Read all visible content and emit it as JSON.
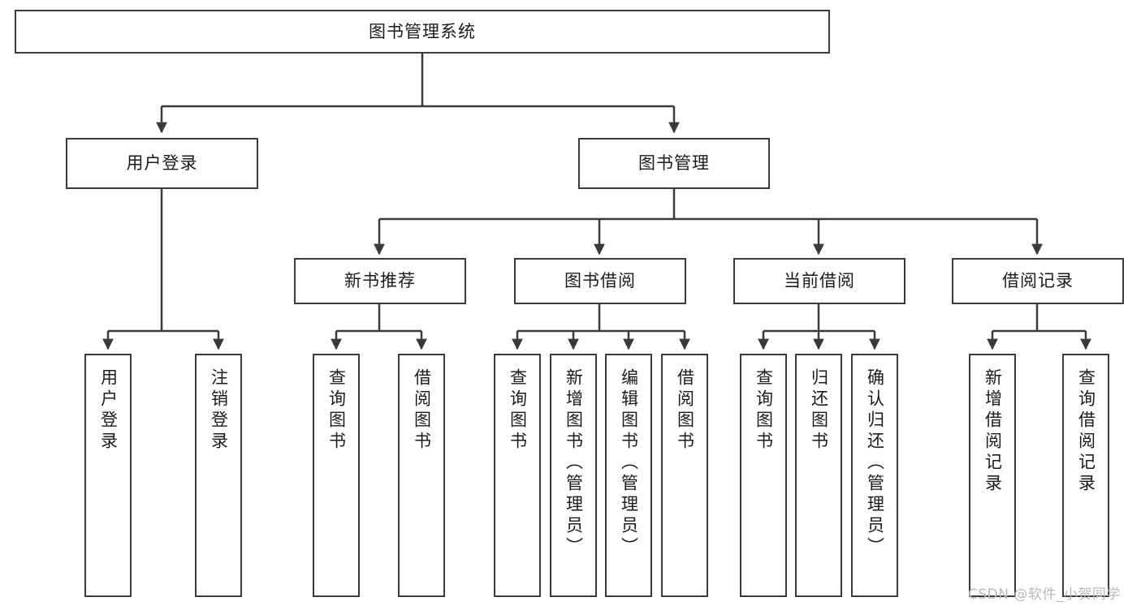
{
  "diagram": {
    "type": "tree-hierarchy",
    "title": "图书管理系统",
    "orientation": "top-down",
    "background_color": "#ffffff",
    "line_color": "#3a3a3a",
    "text_color": "#1b1b1b",
    "nodes": {
      "root": {
        "label": "图书管理系统"
      },
      "level2": [
        {
          "id": "user-login",
          "label": "用户登录"
        },
        {
          "id": "book-manage",
          "label": "图书管理"
        }
      ],
      "level3": [
        {
          "id": "new-book-recommend",
          "label": "新书推荐"
        },
        {
          "id": "book-borrow",
          "label": "图书借阅"
        },
        {
          "id": "current-borrow",
          "label": "当前借阅"
        },
        {
          "id": "borrow-record",
          "label": "借阅记录"
        }
      ],
      "leaves": {
        "user-login": [
          {
            "id": "leaf-user-login",
            "label": "用户登录"
          },
          {
            "id": "leaf-user-logout",
            "label": "注销登录"
          }
        ],
        "new-book-recommend": [
          {
            "id": "leaf-query-book-1",
            "label": "查询图书"
          },
          {
            "id": "leaf-borrow-book-1",
            "label": "借阅图书"
          }
        ],
        "book-borrow": [
          {
            "id": "leaf-query-book-2",
            "label": "查询图书"
          },
          {
            "id": "leaf-add-book",
            "label": "新增图书（管理员）"
          },
          {
            "id": "leaf-edit-book",
            "label": "编辑图书（管理员）"
          },
          {
            "id": "leaf-borrow-book-2",
            "label": "借阅图书"
          }
        ],
        "current-borrow": [
          {
            "id": "leaf-query-book-3",
            "label": "查询图书"
          },
          {
            "id": "leaf-return-book",
            "label": "归还图书"
          },
          {
            "id": "leaf-confirm-return",
            "label": "确认归还（管理员）"
          }
        ],
        "borrow-record": [
          {
            "id": "leaf-add-record",
            "label": "新增借阅记录"
          },
          {
            "id": "leaf-query-record",
            "label": "查询借阅记录"
          }
        ]
      }
    }
  },
  "watermark": {
    "text": "CSDN @软件_小贺同学",
    "color": "#b9b9b9"
  }
}
